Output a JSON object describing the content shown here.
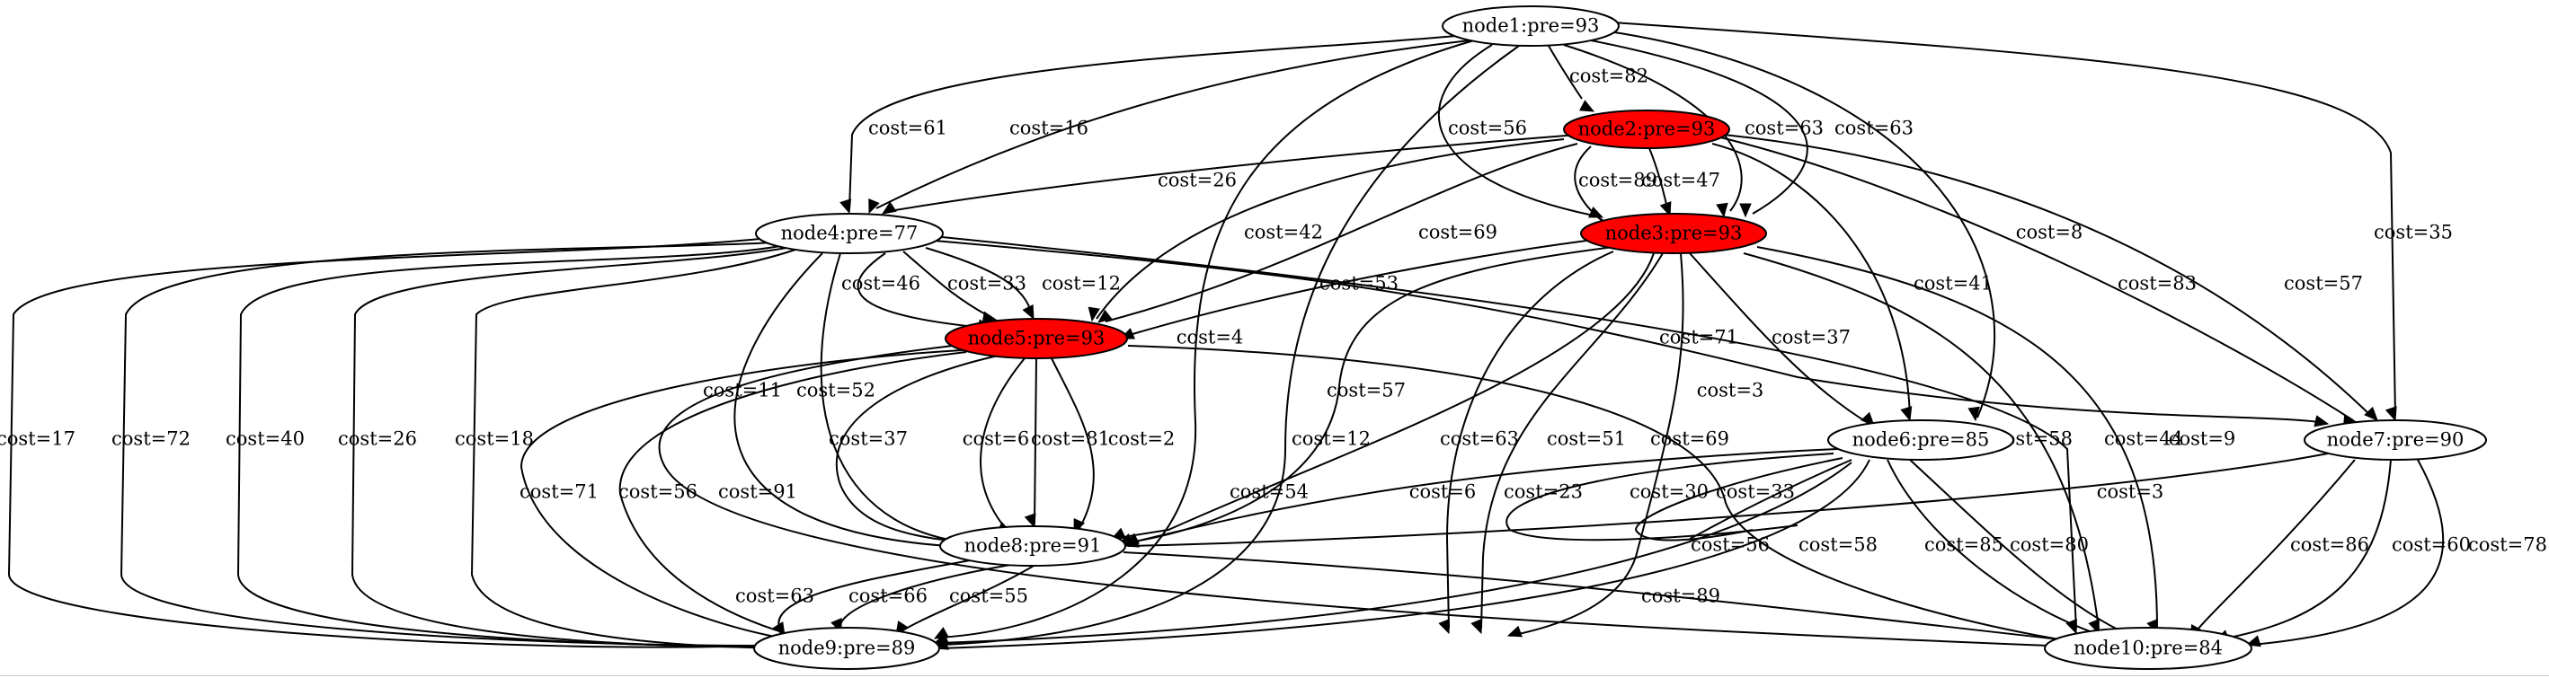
{
  "graph": {
    "fill_colors": {
      "default": "#ffffff",
      "highlight": "#ff0000"
    },
    "nodes": [
      {
        "id": "node1",
        "label": "node1:pre=93",
        "highlight": false
      },
      {
        "id": "node2",
        "label": "node2:pre=93",
        "highlight": true
      },
      {
        "id": "node3",
        "label": "node3:pre=93",
        "highlight": true
      },
      {
        "id": "node4",
        "label": "node4:pre=77",
        "highlight": false
      },
      {
        "id": "node5",
        "label": "node5:pre=93",
        "highlight": true
      },
      {
        "id": "node6",
        "label": "node6:pre=85",
        "highlight": false
      },
      {
        "id": "node7",
        "label": "node7:pre=90",
        "highlight": false
      },
      {
        "id": "node8",
        "label": "node8:pre=91",
        "highlight": false
      },
      {
        "id": "node9",
        "label": "node9:pre=89",
        "highlight": false
      },
      {
        "id": "node10",
        "label": "node10:pre=84",
        "highlight": false
      }
    ],
    "edges": [
      {
        "from": "node1",
        "to": "node2",
        "label": "cost=82"
      },
      {
        "from": "node1",
        "to": "node4",
        "label": "cost=61"
      },
      {
        "from": "node1",
        "to": "node4",
        "label": "cost=16"
      },
      {
        "from": "node1",
        "to": "node3",
        "label": "cost=56"
      },
      {
        "from": "node1",
        "to": "node3",
        "label": "cost=63"
      },
      {
        "from": "node1",
        "to": "node3",
        "label": "cost=63"
      },
      {
        "from": "node1",
        "to": "node6",
        "label": "cost=8"
      },
      {
        "from": "node1",
        "to": "node7",
        "label": "cost=35"
      },
      {
        "from": "node1",
        "to": "node9",
        "label": "cost=4"
      },
      {
        "from": "node1",
        "to": "node9",
        "label": "cost=12"
      },
      {
        "from": "node2",
        "to": "node3",
        "label": "cost=89"
      },
      {
        "from": "node2",
        "to": "node3",
        "label": "cost=47"
      },
      {
        "from": "node2",
        "to": "node4",
        "label": "cost=26"
      },
      {
        "from": "node2",
        "to": "node5",
        "label": "cost=42"
      },
      {
        "from": "node2",
        "to": "node5",
        "label": "cost=69"
      },
      {
        "from": "node2",
        "to": "node6",
        "label": "cost=41"
      },
      {
        "from": "node2",
        "to": "node7",
        "label": "cost=83"
      },
      {
        "from": "node2",
        "to": "node7",
        "label": "cost=57"
      },
      {
        "from": "node3",
        "to": "node5",
        "label": "cost=53"
      },
      {
        "from": "node3",
        "to": "node6",
        "label": "cost=37"
      },
      {
        "from": "node3",
        "to": "node8",
        "label": "cost=57"
      },
      {
        "from": "node3",
        "to": "node8",
        "label": "cost=71"
      },
      {
        "from": "node3",
        "to": "node9",
        "label": "cost=63"
      },
      {
        "from": "node3",
        "to": "node9",
        "label": "cost=51"
      },
      {
        "from": "node3",
        "to": "node9",
        "label": "cost=69"
      },
      {
        "from": "node3",
        "to": "node10",
        "label": "cost=44"
      },
      {
        "from": "node3",
        "to": "node10",
        "label": "cost=9"
      },
      {
        "from": "node4",
        "to": "node5",
        "label": "cost=46"
      },
      {
        "from": "node4",
        "to": "node5",
        "label": "cost=33"
      },
      {
        "from": "node4",
        "to": "node5",
        "label": "cost=12"
      },
      {
        "from": "node4",
        "to": "node7",
        "label": "cost=3"
      },
      {
        "from": "node4",
        "to": "node8",
        "label": "cost=11"
      },
      {
        "from": "node4",
        "to": "node8",
        "label": "cost=52"
      },
      {
        "from": "node4",
        "to": "node9",
        "label": "cost=17"
      },
      {
        "from": "node4",
        "to": "node9",
        "label": "cost=72"
      },
      {
        "from": "node4",
        "to": "node9",
        "label": "cost=40"
      },
      {
        "from": "node4",
        "to": "node9",
        "label": "cost=26"
      },
      {
        "from": "node4",
        "to": "node9",
        "label": "cost=18"
      },
      {
        "from": "node4",
        "to": "node10",
        "label": "cost=58"
      },
      {
        "from": "node5",
        "to": "node8",
        "label": "cost=37"
      },
      {
        "from": "node5",
        "to": "node8",
        "label": "cost=6"
      },
      {
        "from": "node5",
        "to": "node8",
        "label": "cost=81"
      },
      {
        "from": "node5",
        "to": "node8",
        "label": "cost=2"
      },
      {
        "from": "node5",
        "to": "node9",
        "label": "cost=71"
      },
      {
        "from": "node5",
        "to": "node9",
        "label": "cost=56"
      },
      {
        "from": "node5",
        "to": "node10",
        "label": "cost=91"
      },
      {
        "from": "node5",
        "to": "node10",
        "label": "cost=33"
      },
      {
        "from": "node6",
        "to": "node8",
        "label": "cost=54"
      },
      {
        "from": "node6",
        "to": "node8",
        "label": "cost=6"
      },
      {
        "from": "node6",
        "to": "node8",
        "label": "cost=23"
      },
      {
        "from": "node6",
        "to": "node8",
        "label": "cost=30"
      },
      {
        "from": "node6",
        "to": "node9",
        "label": "cost=56"
      },
      {
        "from": "node6",
        "to": "node9",
        "label": "cost=58"
      },
      {
        "from": "node6",
        "to": "node10",
        "label": "cost=85"
      },
      {
        "from": "node6",
        "to": "node10",
        "label": "cost=80"
      },
      {
        "from": "node7",
        "to": "node8",
        "label": "cost=3"
      },
      {
        "from": "node7",
        "to": "node10",
        "label": "cost=86"
      },
      {
        "from": "node7",
        "to": "node10",
        "label": "cost=60"
      },
      {
        "from": "node7",
        "to": "node10",
        "label": "cost=78"
      },
      {
        "from": "node8",
        "to": "node9",
        "label": "cost=63"
      },
      {
        "from": "node8",
        "to": "node9",
        "label": "cost=66"
      },
      {
        "from": "node8",
        "to": "node9",
        "label": "cost=55"
      },
      {
        "from": "node8",
        "to": "node10",
        "label": "cost=89"
      }
    ]
  }
}
